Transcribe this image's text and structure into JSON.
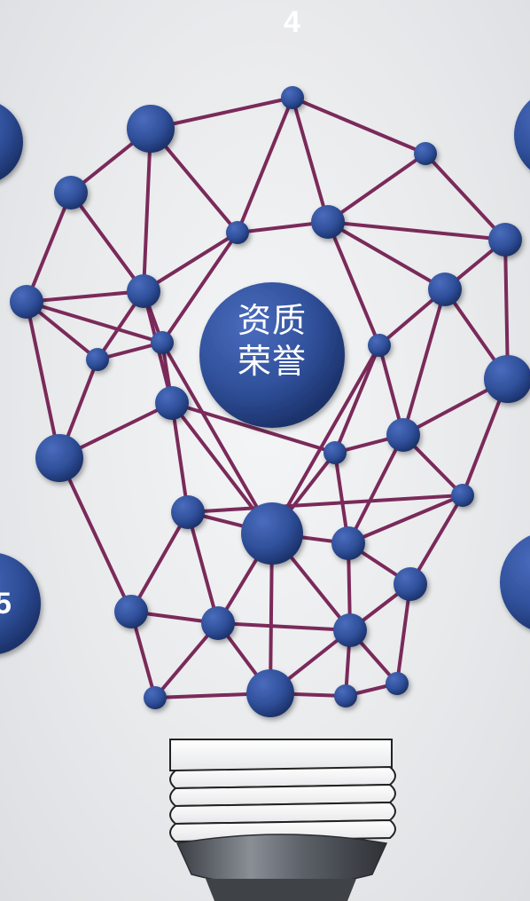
{
  "hub": {
    "title_line1": "资质",
    "title_line2": "荣誉"
  },
  "outer_numbers": {
    "top": "4",
    "left": "5"
  },
  "colors": {
    "node_fill": "#2f4f99",
    "node_dark": "#1a2f66",
    "edge": "#7a2a5a",
    "background": "#e9eaec",
    "bulb_base": "#555a60"
  },
  "icons": [
    "lightbulb-icon",
    "network-node-icon"
  ]
}
